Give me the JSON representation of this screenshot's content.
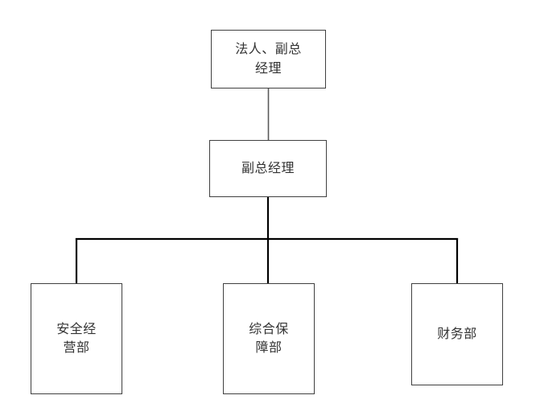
{
  "org": {
    "nodes": [
      {
        "id": "legal-deputy-gm",
        "label": "法人、副总\n经理"
      },
      {
        "id": "deputy-gm",
        "label": "副总经理"
      },
      {
        "id": "safety-operations",
        "label": "安全经\n营部"
      },
      {
        "id": "general-support",
        "label": "综合保\n障部"
      },
      {
        "id": "finance",
        "label": "财务部"
      }
    ],
    "colors": {
      "background": "#ffffff",
      "box_border": "#404040",
      "text": "#333333",
      "top_connector": "#595959",
      "connector": "#000000"
    }
  }
}
